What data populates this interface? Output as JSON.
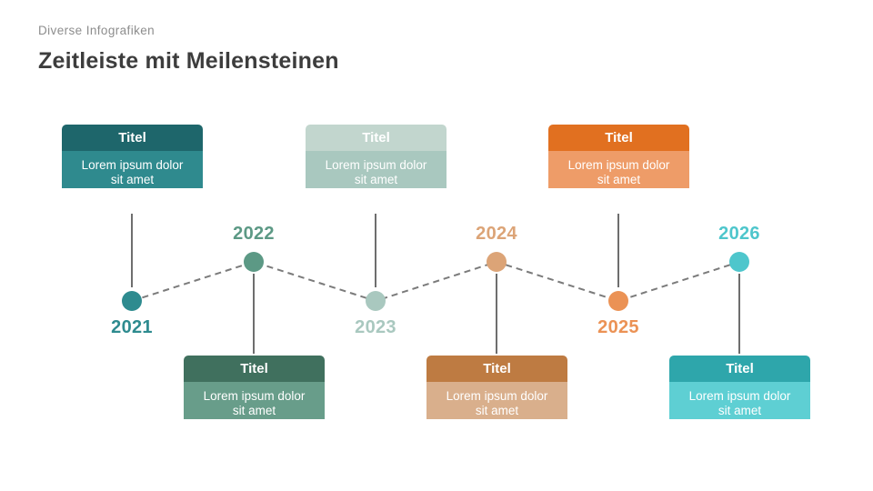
{
  "header": {
    "eyebrow": "Diverse Infografiken",
    "title": "Zeitleiste mit Meilensteinen"
  },
  "timeline": {
    "zigzag_line_color": "#7b7b7b",
    "connector_line_color": "#6e6e6e",
    "milestones": [
      {
        "year": "2021",
        "card_position": "above",
        "card_title": "Titel",
        "card_body": "Lorem ipsum dolor sit amet",
        "header_color": "#1e666b",
        "body_color": "#2f8a8e",
        "dot_color": "#2e8b8f",
        "year_color": "#2e8b8f"
      },
      {
        "year": "2022",
        "card_position": "below",
        "card_title": "Titel",
        "card_body": "Lorem ipsum dolor sit amet",
        "header_color": "#40705e",
        "body_color": "#689d8a",
        "dot_color": "#5c9985",
        "year_color": "#5c9985"
      },
      {
        "year": "2023",
        "card_position": "above",
        "card_title": "Titel",
        "card_body": "Lorem ipsum dolor sit amet",
        "header_color": "#c2d6ce",
        "body_color": "#a9c8bf",
        "dot_color": "#a9c8bf",
        "year_color": "#a9c8bf"
      },
      {
        "year": "2024",
        "card_position": "below",
        "card_title": "Titel",
        "card_body": "Lorem ipsum dolor sit amet",
        "header_color": "#be7b42",
        "body_color": "#d9af8c",
        "dot_color": "#dca477",
        "year_color": "#dca477"
      },
      {
        "year": "2025",
        "card_position": "above",
        "card_title": "Titel",
        "card_body": "Lorem ipsum dolor sit amet",
        "header_color": "#e17020",
        "body_color": "#ee9c68",
        "dot_color": "#eb9255",
        "year_color": "#eb9255"
      },
      {
        "year": "2026",
        "card_position": "below",
        "card_title": "Titel",
        "card_body": "Lorem ipsum dolor sit amet",
        "header_color": "#2ea6ab",
        "body_color": "#5ecfd3",
        "dot_color": "#4ec6cc",
        "year_color": "#4ec6cc"
      }
    ]
  }
}
